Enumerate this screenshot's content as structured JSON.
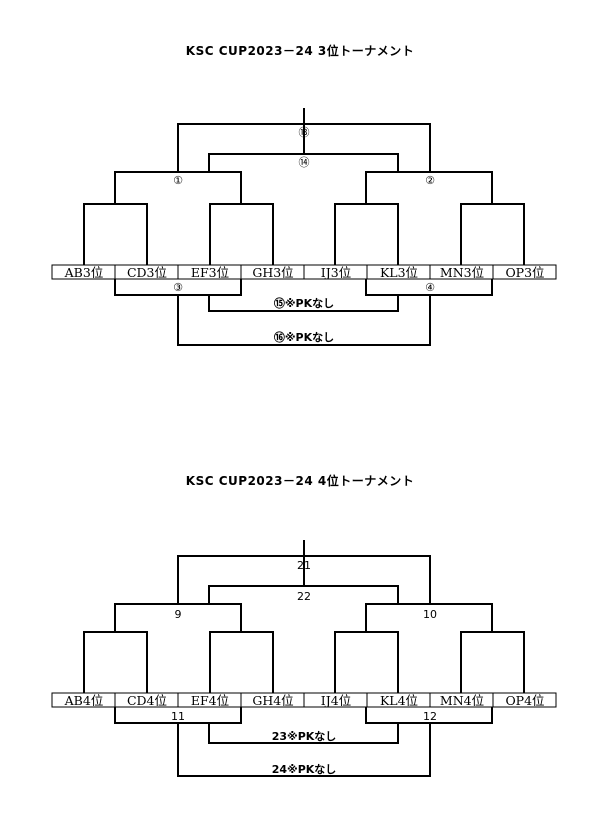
{
  "top": {
    "title": "KSC CUP2023－24 3位トーナメント",
    "teams": [
      "AB3位",
      "CD3位",
      "EF3位",
      "GH3位",
      "IJ3位",
      "KL3位",
      "MN3位",
      "OP3位"
    ],
    "labels": {
      "m1": "①",
      "m2": "②",
      "m3": "③",
      "m4": "④",
      "m13": "⑬",
      "m14": "⑭",
      "m15": "⑮※PKなし",
      "m16": "⑯※PKなし"
    }
  },
  "bottom": {
    "title": "KSC CUP2023－24 4位トーナメント",
    "teams": [
      "AB4位",
      "CD4位",
      "EF4位",
      "GH4位",
      "IJ4位",
      "KL4位",
      "MN4位",
      "OP4位"
    ],
    "labels": {
      "m1": "9",
      "m2": "10",
      "m3": "11",
      "m4": "12",
      "m13": "21",
      "m14": "22",
      "m15": "23※PKなし",
      "m16": "24※PKなし"
    }
  }
}
